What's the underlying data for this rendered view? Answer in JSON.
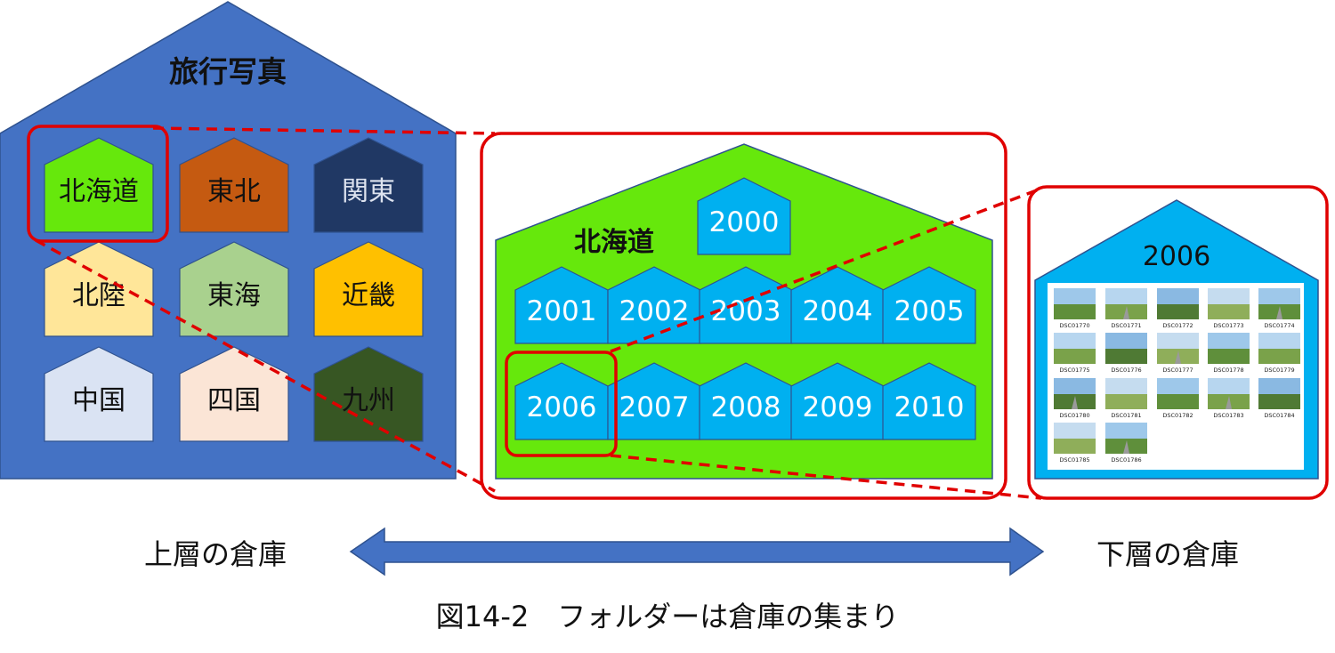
{
  "diagram": {
    "big_house": {
      "title": "旅行写真",
      "color": "#4472c4",
      "rooms": [
        {
          "label": "北海道",
          "color": "#66e80c",
          "text": "#111111"
        },
        {
          "label": "東北",
          "color": "#c55a11",
          "text": "#111111"
        },
        {
          "label": "関東",
          "color": "#203864",
          "text": "#dde3ef"
        },
        {
          "label": "北陸",
          "color": "#ffe699",
          "text": "#111111"
        },
        {
          "label": "東海",
          "color": "#a9d18e",
          "text": "#111111"
        },
        {
          "label": "近畿",
          "color": "#ffc000",
          "text": "#111111"
        },
        {
          "label": "中国",
          "color": "#dae3f3",
          "text": "#111111"
        },
        {
          "label": "四国",
          "color": "#fbe5d6",
          "text": "#111111"
        },
        {
          "label": "九州",
          "color": "#375623",
          "text": "#111111"
        }
      ]
    },
    "hokkaido_house": {
      "title": "北海道",
      "color": "#66e80c",
      "top_room": "2000",
      "rooms": [
        "2001",
        "2002",
        "2003",
        "2004",
        "2005",
        "2006",
        "2007",
        "2008",
        "2009",
        "2010"
      ],
      "room_color": "#00b0f0"
    },
    "year_house": {
      "title": "2006",
      "color": "#00b0f0",
      "photos": [
        "DSC01770",
        "DSC01771",
        "DSC01772",
        "DSC01773",
        "DSC01774",
        "DSC01775",
        "DSC01776",
        "DSC01777",
        "DSC01778",
        "DSC01779",
        "DSC01780",
        "DSC01781",
        "DSC01782",
        "DSC01783",
        "DSC01784",
        "DSC01785",
        "DSC01786"
      ]
    },
    "highlight_color": "#e00000",
    "arrow_color": "#4472c4"
  },
  "labels": {
    "upper": "上層の倉庫",
    "lower": "下層の倉庫",
    "caption": "図14-2　フォルダーは倉庫の集まり"
  }
}
